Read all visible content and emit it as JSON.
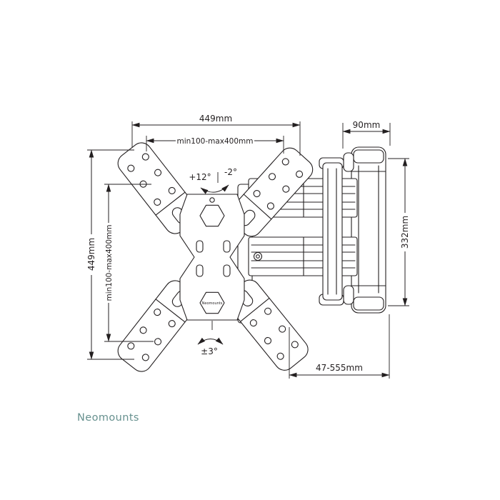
{
  "meta": {
    "type": "product-dimension-diagram",
    "background": "#ffffff",
    "line_color": "#231f20",
    "brand_color": "#67918f"
  },
  "brand": {
    "name": "Neomounts",
    "bracket_label": "Neomounts"
  },
  "dimensions": {
    "top_width": "449mm",
    "vesa_horizontal": "min100-max400mm",
    "left_height": "449mm",
    "vesa_vertical": "min100-max400mm",
    "wall_plate_width": "90mm",
    "wall_plate_height": "332mm",
    "extension_range": "47-555mm"
  },
  "angles": {
    "tilt_up": "+12°",
    "tilt_down": "-2°",
    "swivel": "±3°"
  }
}
